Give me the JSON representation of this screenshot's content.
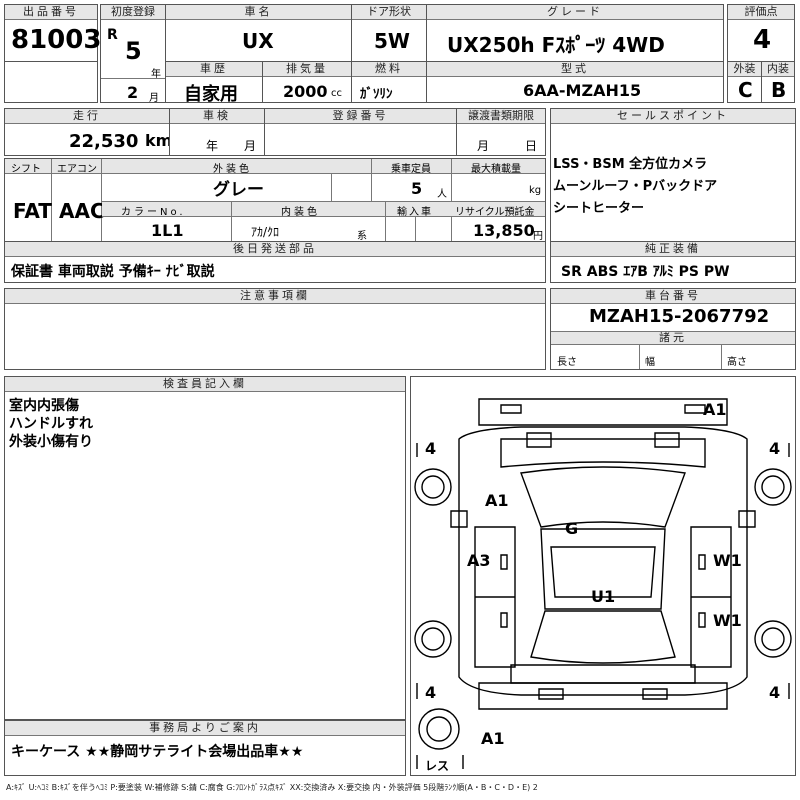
{
  "header": {
    "lot_label": "出品番号",
    "lot": "81003",
    "first_reg_label": "初度登録",
    "era": "R",
    "year": "5",
    "year_unit": "年",
    "month": "2",
    "month_unit": "月",
    "name_label": "車名",
    "name": "UX",
    "door_label": "ドア形状",
    "door": "5W",
    "grade_label": "グレード",
    "grade": "UX250h Fｽﾎﾟｰﾂ 4WD",
    "score_label": "評価点",
    "score": "4",
    "history_label": "車歴",
    "history": "自家用",
    "displacement_label": "排気量",
    "displacement": "2000",
    "displacement_unit": "cc",
    "fuel_label": "燃料",
    "fuel": "ｶﾞｿﾘﾝ",
    "model_label": "型式",
    "model": "6AA-MZAH15",
    "ext_label": "外装",
    "ext": "C",
    "int_label": "内装",
    "int": "B"
  },
  "row2": {
    "mileage_label": "走行",
    "mileage": "22,530",
    "mileage_unit": "km",
    "inspection_label": "車検",
    "insp_year": "年",
    "insp_month": "月",
    "reg_label": "登録番号",
    "transfer_label": "譲渡書類期限",
    "tr_month": "月",
    "tr_day": "日",
    "sales_label": "セールスポイント",
    "sales": [
      "LSS・BSM 全方位カメラ",
      "ムーンルーフ・Pバックドア",
      "シートヒーター"
    ]
  },
  "row3": {
    "shift_label": "シフト",
    "shift": "FAT",
    "ac_label": "エアコン",
    "ac": "AAC",
    "color_label": "外装色",
    "color": "グレー",
    "capacity_label": "乗車定員",
    "capacity": "5",
    "capacity_unit": "人",
    "load_label": "最大積載量",
    "load_unit": "kg",
    "color_no_label": "カラーNo.",
    "color_no": "1L1",
    "int_color_label": "内装色",
    "int_color": "ｱｶ/ｸﾛ",
    "int_color_unit": "系",
    "import_label": "輸入車",
    "recycle_label": "リサイクル預託金",
    "recycle": "13,850",
    "recycle_unit": "円"
  },
  "row4": {
    "later_label": "後日発送部品",
    "later": "保証書 車両取説 予備ｷｰ ﾅﾋﾞ取説",
    "equip_label": "純正装備",
    "equip": "SR ABS ｴｱB ｱﾙﾐ PS PW"
  },
  "row5": {
    "notes_label": "注意事項欄",
    "chassis_label": "車台番号",
    "chassis": "MZAH15-2067792",
    "dims_label": "諸元",
    "len": "長さ",
    "wid": "幅",
    "hei": "高さ"
  },
  "inspector": {
    "label": "検査員記入欄",
    "lines": [
      "室内内張傷",
      "ハンドルすれ",
      "外装小傷有り"
    ]
  },
  "diagram": {
    "marks": [
      "A1",
      "A1",
      "A3",
      "G",
      "U1",
      "W1",
      "W1",
      "A1"
    ],
    "tires": [
      "4",
      "4",
      "4",
      "4"
    ],
    "spare": "レス"
  },
  "office": {
    "label": "事務局よりご案内",
    "text": "キーケース ★★静岡サテライト会場出品車★★"
  },
  "legend": "A:ｷｽﾞ U:ﾍｺﾐ B:ｷｽﾞを伴うﾍｺﾐ P:要塗装 W:補修跡 S:錆 C:腐食 G:ﾌﾛﾝﾄｶﾞﾗｽ点ｷｽﾞ XX:交換済み X:要交換 内・外装評価 5段階ﾗﾝｸ順(A・B・C・D・E) 2"
}
